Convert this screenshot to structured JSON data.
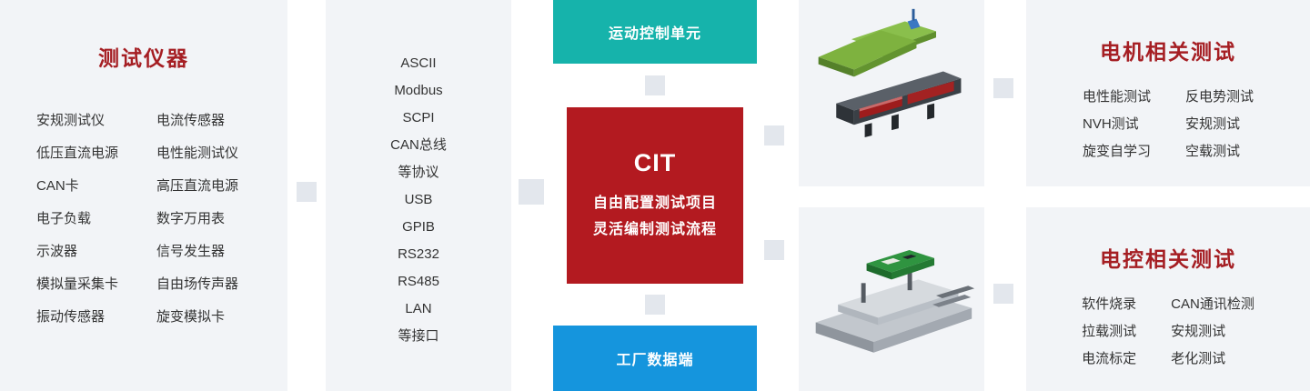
{
  "instruments": {
    "title": "测试仪器",
    "col1": [
      "安规测试仪",
      "低压直流电源",
      "CAN卡",
      "电子负载",
      "示波器",
      "模拟量采集卡",
      "振动传感器"
    ],
    "col2": [
      "电流传感器",
      "电性能测试仪",
      "高压直流电源",
      "数字万用表",
      "信号发生器",
      "自由场传声器",
      "旋变模拟卡"
    ]
  },
  "protocols": {
    "items": [
      "ASCII",
      "Modbus",
      "SCPI",
      "CAN总线",
      "等协议",
      "USB",
      "GPIB",
      "RS232",
      "RS485",
      "LAN",
      "等接口"
    ]
  },
  "flow": {
    "motion_box": "运动控制单元",
    "cit_title": "CIT",
    "cit_line1": "自由配置测试项目",
    "cit_line2": "灵活编制测试流程",
    "factory_box": "工厂数据端"
  },
  "motor_tests": {
    "title": "电机相关测试",
    "col1": [
      "电性能测试",
      "NVH测试",
      "旋变自学习"
    ],
    "col2": [
      "反电势测试",
      "安规测试",
      "空载测试"
    ]
  },
  "control_tests": {
    "title": "电控相关测试",
    "col1": [
      "软件烧录",
      "拉载测试",
      "电流标定"
    ],
    "col2": [
      "CAN通讯检测",
      "安规测试",
      "老化测试"
    ]
  },
  "colors": {
    "title_red": "#a51e23",
    "cit_red": "#b31a20",
    "teal": "#16b3ab",
    "blue": "#1595dd",
    "panel_bg": "#f2f4f7",
    "connector_gray": "#e3e7ed"
  }
}
